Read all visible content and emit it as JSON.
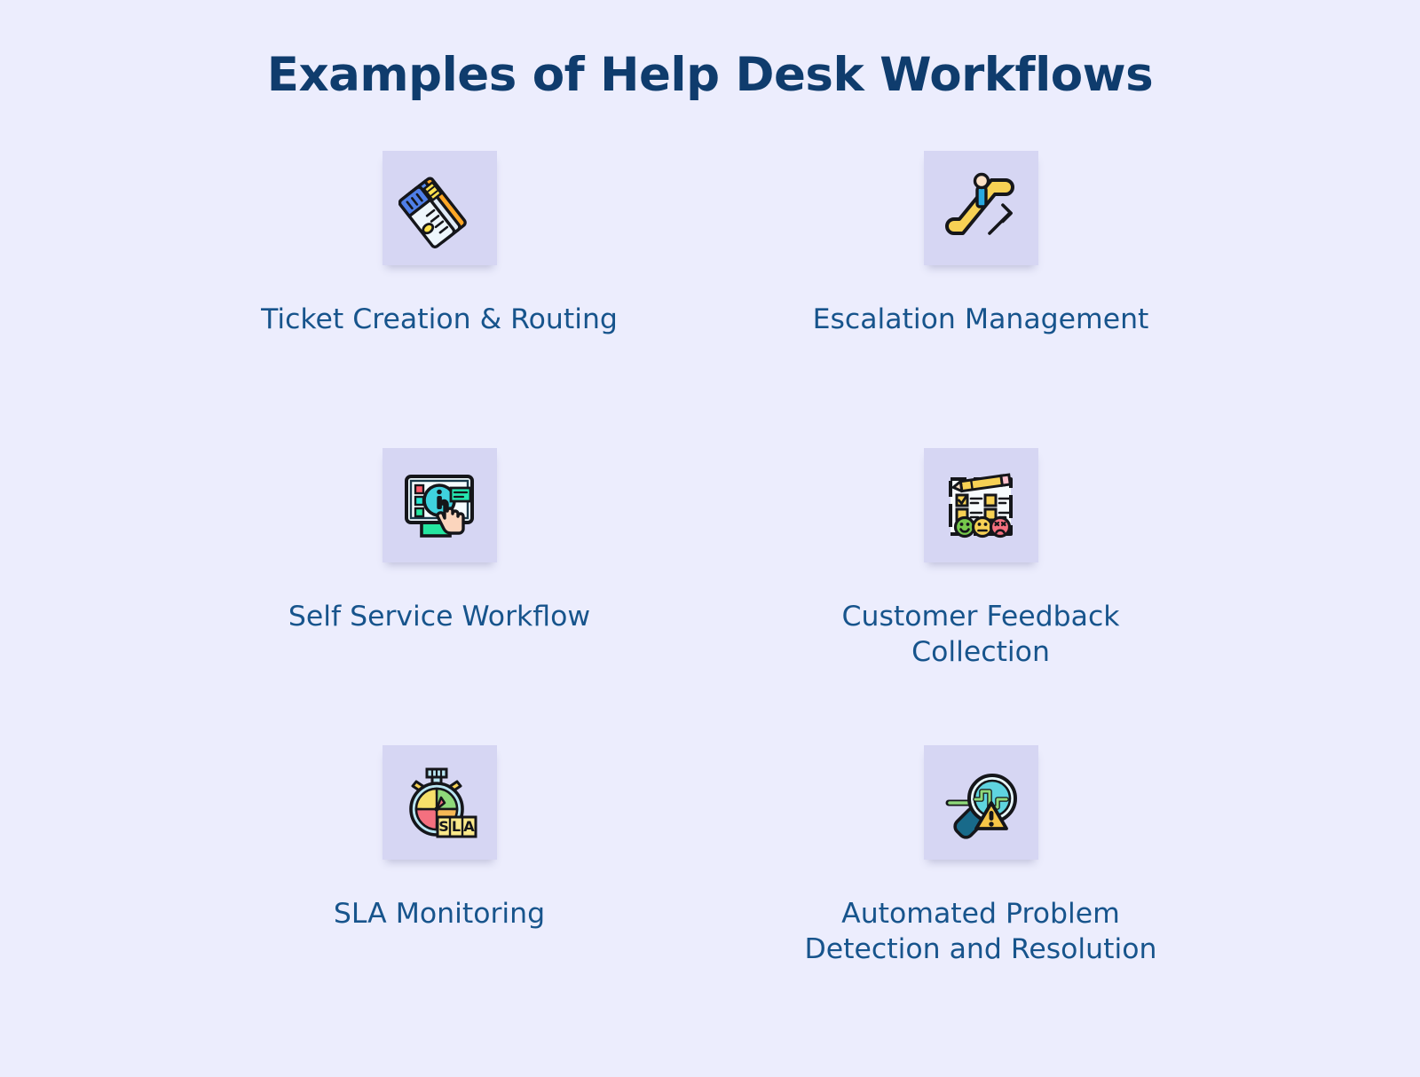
{
  "header": {
    "title": "Examples of Help Desk Workflows",
    "title_color": "#0f3c6d"
  },
  "theme": {
    "page_background": "#ecedfd",
    "tile_background": "#d6d6f3",
    "label_color": "#17548c"
  },
  "workflows": [
    {
      "label": "Ticket Creation & Routing",
      "icon": "tickets-icon"
    },
    {
      "label": "Escalation Management",
      "icon": "escalator-up-icon"
    },
    {
      "label": "Self Service Workflow",
      "icon": "self-service-kiosk-icon"
    },
    {
      "label": "Customer Feedback\nCollection",
      "icon": "feedback-survey-icon"
    },
    {
      "label": "SLA Monitoring",
      "icon": "sla-stopwatch-icon"
    },
    {
      "label": "Automated Problem\nDetection and Resolution",
      "icon": "magnifier-warning-icon"
    }
  ]
}
